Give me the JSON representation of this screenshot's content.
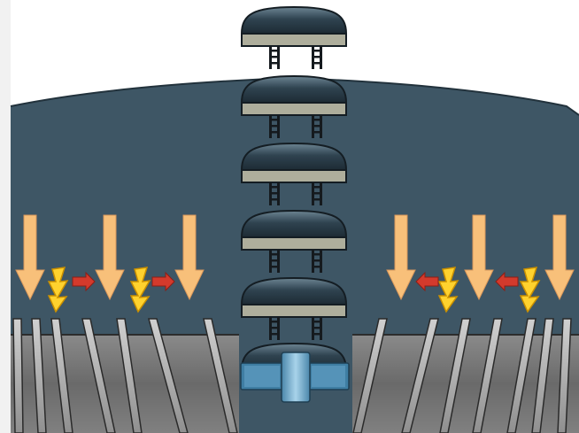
{
  "diagram": {
    "colors": {
      "page_background": "#f1f1f1",
      "panel_background": "#ffffff",
      "body_fill": "#3e5665",
      "pad_top": "#2a3d49",
      "pad_base": "#aeae9c",
      "ladder": "#151a1e",
      "floor_rod": "#b0b0b0",
      "floor_band": "#6a6a6a",
      "force_arrow": "#f8c07a",
      "lightning_bolt": "#ffd22e",
      "push_arrow": "#d33a2c",
      "connector": "#7aaecb"
    },
    "icons": {
      "stack": "stacked-pad-icon",
      "force": "down-arrow-icon",
      "bolt": "lightning-bolt-icon",
      "push": "red-arrow-icon",
      "connector": "connector-block-icon"
    },
    "pad_count": 6,
    "left_group": {
      "force_arrows": 3,
      "bolts": 2,
      "push_direction": "right"
    },
    "right_group": {
      "force_arrows": 3,
      "bolts": 2,
      "push_direction": "left"
    }
  }
}
